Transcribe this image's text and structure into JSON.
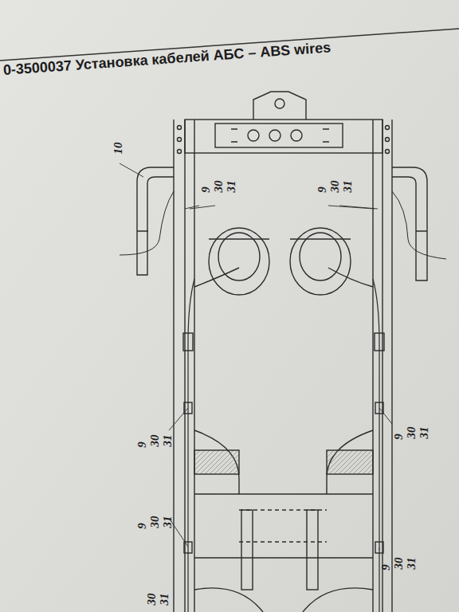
{
  "diagram": {
    "title": "0-3500037 Установка кабелей АБС – ABS wires",
    "labels": [
      "10",
      "9",
      "30",
      "31",
      "9",
      "30",
      "31",
      "9",
      "30",
      "31",
      "9",
      "30",
      "31",
      "9",
      "30",
      "31",
      "9",
      "30",
      "31",
      "30",
      "31"
    ]
  }
}
